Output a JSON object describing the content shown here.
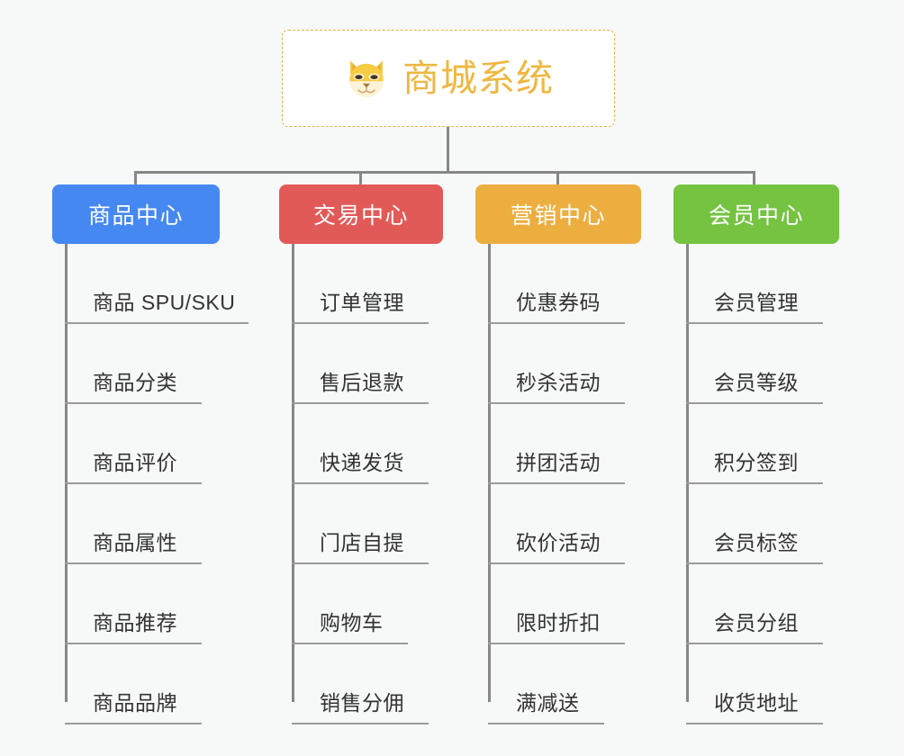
{
  "page": {
    "background_color": "#f7f8f8",
    "line_color": "#878787",
    "leaf_rule_color": "#9b9b9b",
    "leaf_text_color": "#333333"
  },
  "root": {
    "title": "商城系统",
    "icon": "shiba-dog-face-icon",
    "text_color": "#efb740",
    "border_color": "#e8b04c",
    "background_color": "#ffffff"
  },
  "columns": [
    {
      "id": "product-center",
      "label": "商品中心",
      "color": "#4688f1",
      "items": [
        "商品 SPU/SKU",
        "商品分类",
        "商品评价",
        "商品属性",
        "商品推荐",
        "商品品牌"
      ]
    },
    {
      "id": "trade-center",
      "label": "交易中心",
      "color": "#e25a58",
      "items": [
        "订单管理",
        "售后退款",
        "快递发货",
        "门店自提",
        "购物车",
        "销售分佣"
      ]
    },
    {
      "id": "marketing-center",
      "label": "营销中心",
      "color": "#edae40",
      "items": [
        "优惠券码",
        "秒杀活动",
        "拼团活动",
        "砍价活动",
        "限时折扣",
        "满减送"
      ]
    },
    {
      "id": "member-center",
      "label": "会员中心",
      "color": "#75c341",
      "items": [
        "会员管理",
        "会员等级",
        "积分签到",
        "会员标签",
        "会员分组",
        "收货地址"
      ]
    }
  ]
}
